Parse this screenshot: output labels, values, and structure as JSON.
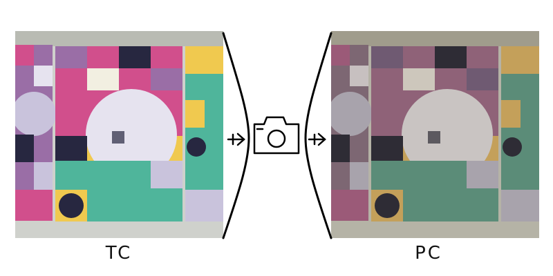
{
  "left_image": {
    "caption": "TC",
    "subject": "patterned-poster-wall"
  },
  "right_image": {
    "caption": "PC",
    "subject": "patterned-poster-wall-photographed"
  },
  "center_icon": "camera-icon",
  "colors": {
    "pink": "#d14f8c",
    "mauve": "#9a6ea6",
    "lavender": "#c9c3dc",
    "light_lavender": "#e6e3ef",
    "navy": "#272740",
    "teal": "#4fb59b",
    "yellow": "#f0c94f",
    "cream": "#f2efe1",
    "frame": "#cfd1cc"
  }
}
